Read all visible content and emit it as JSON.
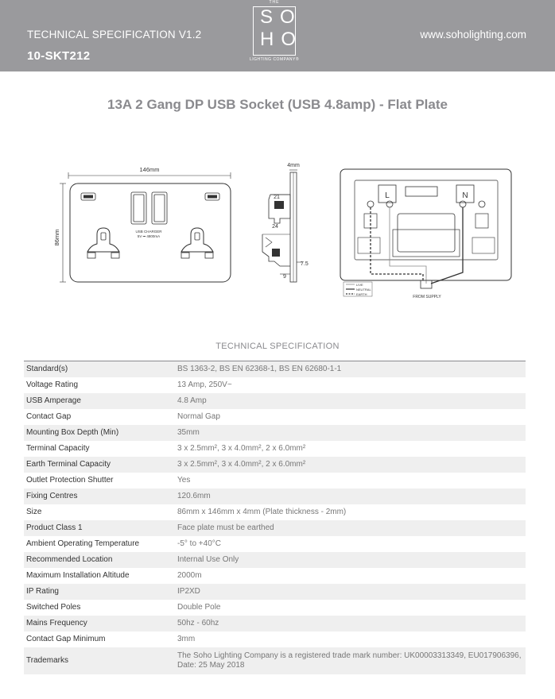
{
  "header": {
    "version": "TECHNICAL SPECIFICATION V1.2",
    "sku": "10-SKT212",
    "website": "www.soholighting.com",
    "logo": {
      "the": "THE",
      "so": "SO",
      "ho": "HO",
      "company": "LIGHTING COMPANY®"
    }
  },
  "title": "13A 2 Gang DP USB Socket (USB 4.8amp) - Flat Plate",
  "front_view": {
    "width_label": "146mm",
    "height_label": "86mm",
    "usb_text_1": "USB   CHARGER",
    "usb_text_2": "5V ⎓ 4800mA"
  },
  "side_view": {
    "top_label": "4mm",
    "label_21": "21",
    "label_24": "24",
    "label_75": "7.5",
    "label_9": "9"
  },
  "wiring": {
    "label_l": "L",
    "label_n": "N",
    "legend_live": "LIVE",
    "legend_neutral": "NEUTRAL",
    "legend_earth": "EARTH",
    "from_supply": "FROM SUPPLY"
  },
  "spec_title": "TECHNICAL SPECIFICATION",
  "specs": [
    {
      "key": "Standard(s)",
      "value": "BS 1363-2, BS EN 62368-1, BS EN 62680-1-1"
    },
    {
      "key": "Voltage Rating",
      "value": "13 Amp, 250V~"
    },
    {
      "key": "USB Amperage",
      "value": "4.8 Amp"
    },
    {
      "key": "Contact Gap",
      "value": "Normal Gap"
    },
    {
      "key": "Mounting Box Depth (Min)",
      "value": "35mm"
    },
    {
      "key": "Terminal Capacity",
      "value": "3 x 2.5mm², 3 x 4.0mm², 2 x 6.0mm²"
    },
    {
      "key": "Earth Terminal Capacity",
      "value": "3 x 2.5mm², 3 x 4.0mm², 2 x 6.0mm²"
    },
    {
      "key": "Outlet Protection Shutter",
      "value": "Yes"
    },
    {
      "key": "Fixing Centres",
      "value": "120.6mm"
    },
    {
      "key": "Size",
      "value": "86mm x 146mm x 4mm (Plate thickness - 2mm)"
    },
    {
      "key": "Product Class 1",
      "value": "Face plate must be earthed"
    },
    {
      "key": "Ambient Operating Temperature",
      "value": "-5° to +40°C"
    },
    {
      "key": "Recommended Location",
      "value": "Internal Use Only"
    },
    {
      "key": "Maximum Installation Altitude",
      "value": "2000m"
    },
    {
      "key": "IP Rating",
      "value": "IP2XD"
    },
    {
      "key": "Switched Poles",
      "value": "Double Pole"
    },
    {
      "key": "Mains Frequency",
      "value": "50hz - 60hz"
    },
    {
      "key": "Contact Gap Minimum",
      "value": "3mm"
    },
    {
      "key": "Trademarks",
      "value": "The Soho Lighting Company is a registered trade mark number: UK00003313349, EU017906396, Date: 25 May 2018"
    }
  ]
}
